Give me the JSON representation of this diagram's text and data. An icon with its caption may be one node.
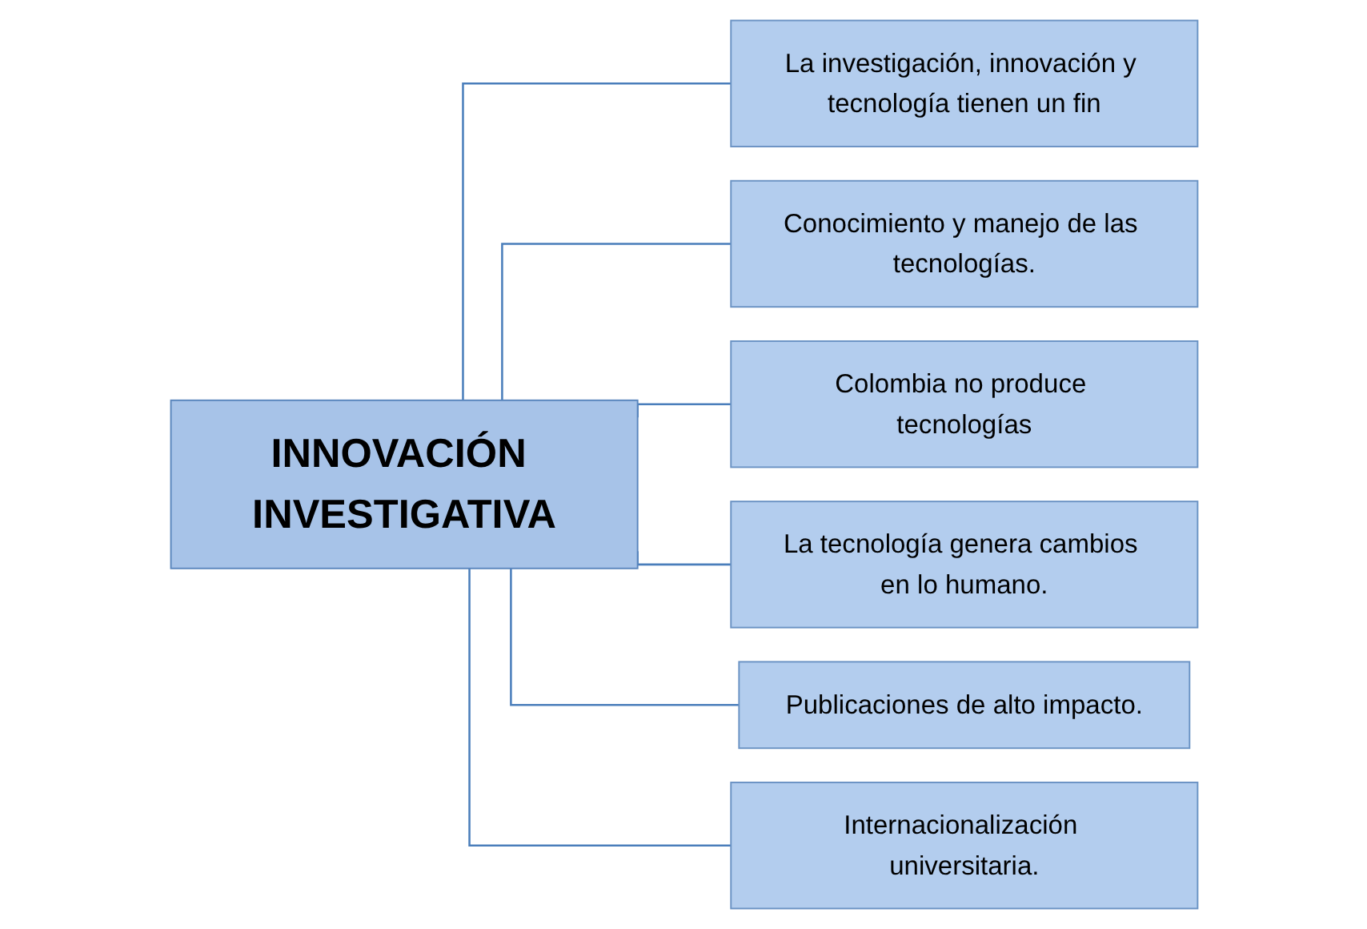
{
  "diagram": {
    "nodes": [
      {
        "text": [
          "INNOVACIÓN INVESTIGATIVA"
        ]
      },
      {
        "text": [
          "La investigación, innovación y tecnología tienen un fin"
        ]
      },
      {
        "text": [
          "Conocimiento y manejo de las tecnologías."
        ]
      },
      {
        "text": [
          "Colombia no produce tecnologías"
        ]
      },
      {
        "text": [
          "La tecnología genera cambios en lo humano."
        ]
      },
      {
        "text": [
          "Publicaciones de alto impacto."
        ]
      },
      {
        "text": [
          "Internacionalización universitaria."
        ]
      }
    ],
    "edges": [
      {
        "from": 0,
        "to": 1,
        "arrow": "none"
      },
      {
        "from": 0,
        "to": 2,
        "arrow": "none"
      },
      {
        "from": 0,
        "to": 3,
        "arrow": "none"
      },
      {
        "from": 0,
        "to": 4,
        "arrow": "none"
      },
      {
        "from": 0,
        "to": 5,
        "arrow": "none"
      },
      {
        "from": 0,
        "to": 6,
        "arrow": "none"
      }
    ]
  }
}
